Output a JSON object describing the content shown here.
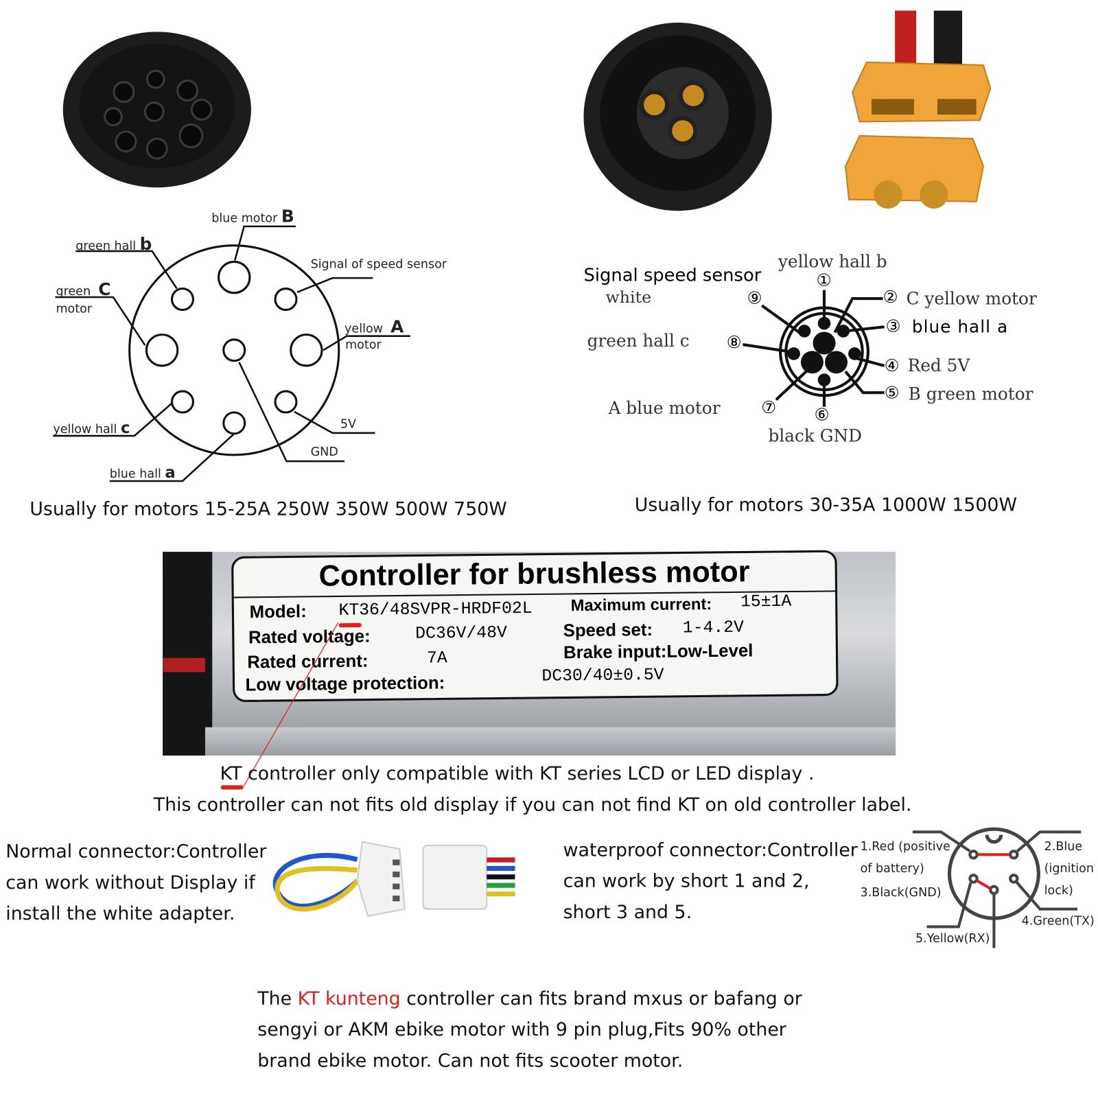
{
  "left_diagram": {
    "labels": {
      "blue_motor": "blue motor",
      "blue_motor_letter": "B",
      "green_hall": "green hall",
      "green_hall_letter": "b",
      "green_motor_1": "green",
      "green_motor_letter": "C",
      "green_motor_2": "motor",
      "speed_sensor": "Signal of speed sensor",
      "yellow_motor_1": "yellow",
      "yellow_motor_letter": "A",
      "yellow_motor_2": "motor",
      "yellow_hall": "yellow hall",
      "yellow_hall_letter": "c",
      "v5": "5V",
      "gnd": "GND",
      "blue_hall": "blue hall",
      "blue_hall_letter": "a"
    },
    "caption": "Usually for motors 15-25A 250W 350W 500W 750W"
  },
  "right_diagram": {
    "labels": {
      "signal": "Signal speed sensor",
      "white": "white",
      "yellow_hall_b": "yellow hall b",
      "pin2": "C  yellow motor",
      "pin3": "blue hall a",
      "pin4": "Red 5V",
      "pin5": "B  green motor",
      "green_hall_c": "green hall c",
      "a_blue_motor": "A  blue motor",
      "black_gnd": "black GND"
    },
    "numbers": [
      "①",
      "②",
      "③",
      "④",
      "⑤",
      "⑥",
      "⑦",
      "⑧",
      "⑨"
    ],
    "caption": "Usually for motors 30-35A 1000W 1500W"
  },
  "controller_label": {
    "title": "Controller for brushless motor",
    "model_label": "Model:",
    "model": "KT36/48SVPR-HRDF02L",
    "max_current_label": "Maximum current:",
    "max_current": "15±1A",
    "rated_voltage_label": "Rated voltage:",
    "rated_voltage": "DC36V/48V",
    "speed_set_label": "Speed set:",
    "speed_set": "1-4.2V",
    "rated_current_label": "Rated current:",
    "rated_current": "7A",
    "brake_input": "Brake input:Low-Level",
    "low_voltage_label": "Low voltage protection:",
    "low_voltage": "DC30/40±0.5V"
  },
  "notes": {
    "kt": "KT",
    "kt_line_rest": " controller only compatible with KT series LCD or LED display .",
    "old_display": "This controller can not fits old display if you can not find KT on old controller label.",
    "normal_connector": [
      "Normal connector:Controller",
      "can work without Display if",
      "install the white adapter."
    ],
    "waterproof_connector": [
      "waterproof connector:Controller",
      "can work by short 1 and 2,",
      "short 3 and 5."
    ],
    "bottom_prefix": "The ",
    "bottom_highlight": "KT kunteng",
    "bottom_rest_1": " controller can fits brand mxus or bafang or",
    "bottom_line_2": "sengyi or AKM ebike motor with 9 pin plug,Fits 90% other",
    "bottom_line_3": "brand ebike motor. Can not fits scooter motor."
  },
  "display_plug": {
    "pin1": [
      "1.Red (positive",
      "of battery)"
    ],
    "pin2": [
      "2.Blue",
      "(ignition",
      "lock)"
    ],
    "pin3": "3.Black(GND)",
    "pin4": "4.Green(TX)",
    "pin5": "5.Yellow(RX)"
  },
  "colors": {
    "accent_red": "#e02020",
    "connector_orange": "#f0a53a"
  }
}
